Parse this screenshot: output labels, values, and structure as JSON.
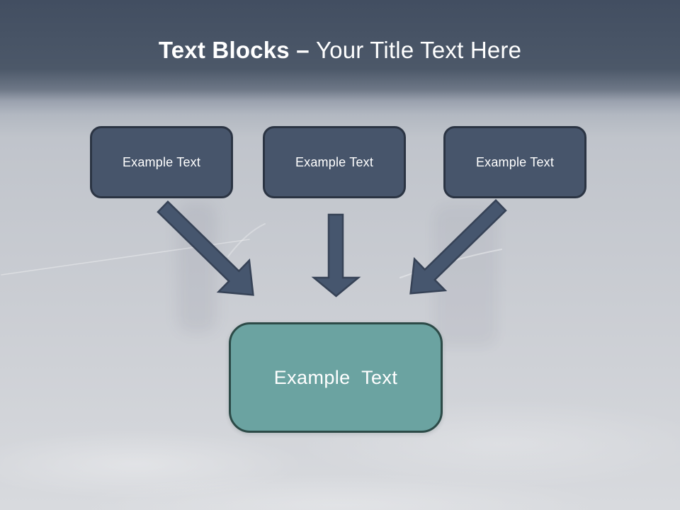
{
  "title": {
    "bold_text": "Text Blocks –",
    "regular_text": "Your Title Text Here"
  },
  "top_boxes": [
    {
      "label": "Example Text"
    },
    {
      "label": "Example Text"
    },
    {
      "label": "Example Text"
    }
  ],
  "result_box": {
    "label": "Example Text"
  },
  "arrows": [
    {
      "name": "arrow-down-right-icon",
      "from": "box-1",
      "to": "result-box"
    },
    {
      "name": "arrow-down-icon",
      "from": "box-2",
      "to": "result-box"
    },
    {
      "name": "arrow-down-left-icon",
      "from": "box-3",
      "to": "result-box"
    }
  ],
  "colors": {
    "background_top": "#424e61",
    "background_bottom": "#d8dade",
    "box_fill": "#47556b",
    "box_border": "#2b3443",
    "box_text": "#ffffff",
    "result_fill": "#6ba3a1",
    "result_border": "#2c4a47",
    "arrow_fill": "#46566e",
    "arrow_stroke": "#364256",
    "title_color": "#ffffff"
  }
}
